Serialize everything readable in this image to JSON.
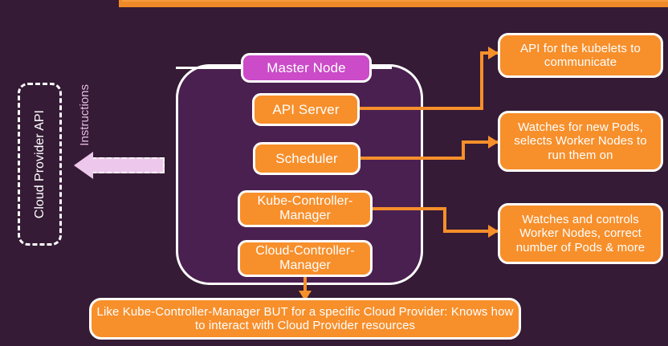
{
  "theme": {
    "background": "#351b35",
    "panel_fill": "#4a2050",
    "orange": "#f78f2b",
    "magenta": "#cb4bc8",
    "pink": "#eec8ec",
    "white": "#ffffff",
    "instructions_text": "#e6b9e3"
  },
  "left": {
    "cloud_provider_api_label": "Cloud Provider API",
    "instructions_label": "Instructions"
  },
  "master_panel": {
    "title": "Master Node",
    "components": [
      {
        "id": "api-server",
        "label": "API Server"
      },
      {
        "id": "scheduler",
        "label": "Scheduler"
      },
      {
        "id": "kube-controller-manager",
        "label": "Kube-Controller-Manager"
      },
      {
        "id": "cloud-controller-manager",
        "label": "Cloud-Controller-Manager"
      }
    ]
  },
  "callouts": {
    "api_server": "API for the kubelets to communicate",
    "scheduler": "Watches for new Pods, selects Worker Nodes to run them on",
    "kube_controller_manager": "Watches and controls Worker Nodes, correct number of Pods & more",
    "cloud_controller_manager": "Like Kube-Controller-Manager BUT for a specific Cloud Provider: Knows how to interact with Cloud Provider resources"
  }
}
